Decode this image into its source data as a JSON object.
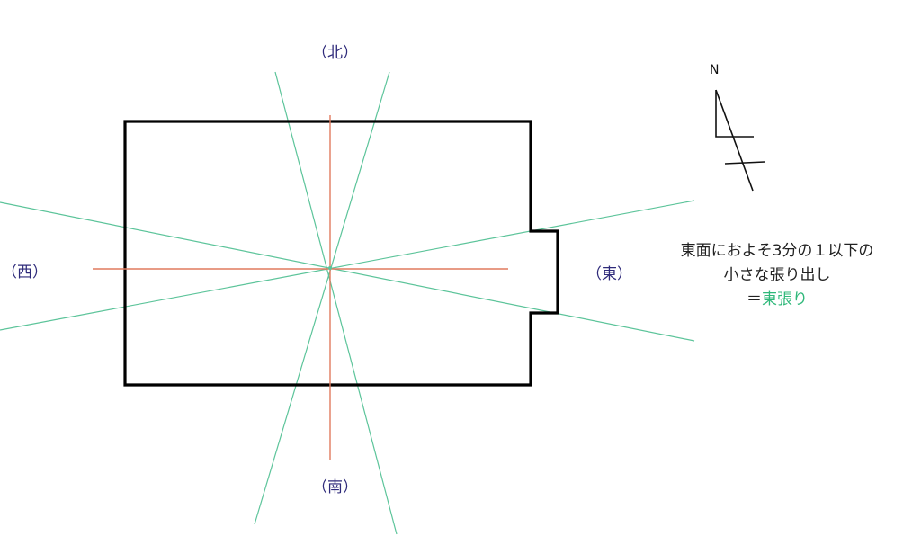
{
  "directions": {
    "north": "（北）",
    "south": "（南）",
    "east": "（東）",
    "west": "（西）"
  },
  "compass": {
    "label": "N"
  },
  "note": {
    "line1": "東面におよそ3分の１以下の",
    "line2": "小さな張り出し",
    "line3_prefix": "＝",
    "line3_highlight": "東張り"
  },
  "colors": {
    "outline": "#000000",
    "axis_lines": "#e07a5f",
    "sector_lines": "#5cc49a",
    "direction_labels": "#2e2a7a",
    "highlight_text": "#2fb87a"
  }
}
